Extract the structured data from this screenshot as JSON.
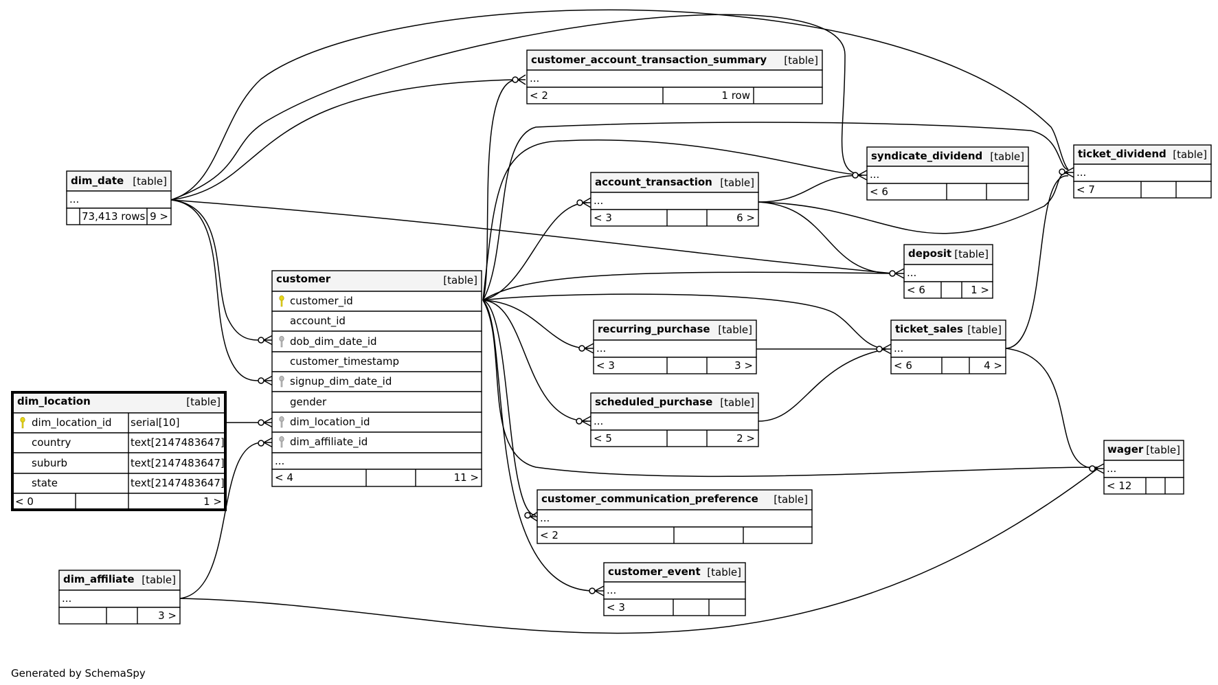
{
  "footer": "Generated by SchemaSpy",
  "table_tag": "[table]",
  "ellipsis": "...",
  "tables": {
    "dim_date": {
      "name": "dim_date",
      "footer": [
        "",
        "73,413 rows",
        "9 >"
      ]
    },
    "customer_account_transaction_summary": {
      "name": "customer_account_transaction_summary",
      "footer": [
        "< 2",
        "1 row",
        ""
      ]
    },
    "syndicate_dividend": {
      "name": "syndicate_dividend",
      "footer": [
        "< 6",
        "",
        ""
      ]
    },
    "ticket_dividend": {
      "name": "ticket_dividend",
      "footer": [
        "< 7",
        "",
        ""
      ]
    },
    "account_transaction": {
      "name": "account_transaction",
      "footer": [
        "< 3",
        "",
        "6 >"
      ]
    },
    "deposit": {
      "name": "deposit",
      "footer": [
        "< 6",
        "",
        "1 >"
      ]
    },
    "customer": {
      "name": "customer",
      "columns": [
        {
          "name": "customer_id",
          "key": "primary"
        },
        {
          "name": "account_id",
          "key": ""
        },
        {
          "name": "dob_dim_date_id",
          "key": "foreign"
        },
        {
          "name": "customer_timestamp",
          "key": ""
        },
        {
          "name": "signup_dim_date_id",
          "key": "foreign"
        },
        {
          "name": "gender",
          "key": ""
        },
        {
          "name": "dim_location_id",
          "key": "foreign"
        },
        {
          "name": "dim_affiliate_id",
          "key": "foreign"
        }
      ],
      "footer": [
        "< 4",
        "",
        "11 >"
      ]
    },
    "ticket_sales": {
      "name": "ticket_sales",
      "footer": [
        "< 6",
        "",
        "4 >"
      ]
    },
    "recurring_purchase": {
      "name": "recurring_purchase",
      "footer": [
        "< 3",
        "",
        "3 >"
      ]
    },
    "scheduled_purchase": {
      "name": "scheduled_purchase",
      "footer": [
        "< 5",
        "",
        "2 >"
      ]
    },
    "dim_location": {
      "name": "dim_location",
      "columns": [
        {
          "name": "dim_location_id",
          "type": "serial[10]",
          "key": "primary"
        },
        {
          "name": "country",
          "type": "text[2147483647]",
          "key": ""
        },
        {
          "name": "suburb",
          "type": "text[2147483647]",
          "key": ""
        },
        {
          "name": "state",
          "type": "text[2147483647]",
          "key": ""
        }
      ],
      "footer": [
        "< 0",
        "",
        "1 >"
      ]
    },
    "wager": {
      "name": "wager",
      "footer": [
        "< 12",
        "",
        ""
      ]
    },
    "customer_communication_preference": {
      "name": "customer_communication_preference",
      "footer": [
        "< 2",
        "",
        ""
      ]
    },
    "customer_event": {
      "name": "customer_event",
      "footer": [
        "< 3",
        "",
        ""
      ]
    },
    "dim_affiliate": {
      "name": "dim_affiliate",
      "footer": [
        "",
        "",
        "3 >"
      ]
    }
  },
  "key_icon_colors": {
    "primary": "#e6d619",
    "foreign": "#a9a9a9"
  }
}
